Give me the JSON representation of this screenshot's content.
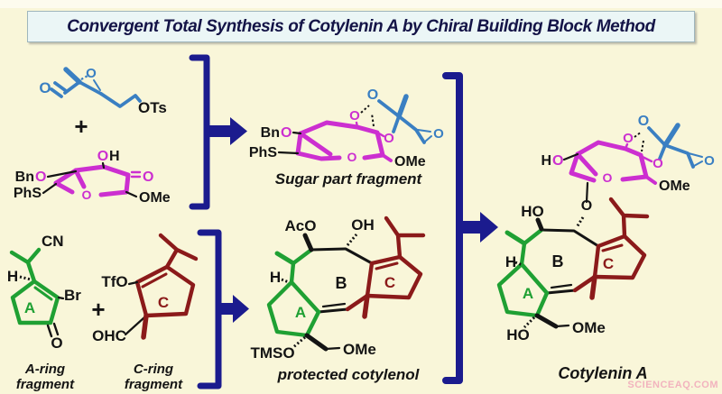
{
  "title": "Convergent Total Synthesis of Cotylenin A by Chiral Building Block Method",
  "watermark": "SCIENCEAQ.COM",
  "plus": "+",
  "captions": {
    "sugar_fragment": "Sugar part fragment",
    "a_ring_line1": "A-ring",
    "a_ring_line2": "fragment",
    "c_ring_line1": "C-ring",
    "c_ring_line2": "fragment",
    "protected_cotylenol": "protected cotylenol",
    "cotylenin_a": "Cotylenin A"
  },
  "labels": {
    "epoxide_tosylate": {
      "aldehyde_o": "O",
      "epoxide_o": "O",
      "tosylate": "OTs"
    },
    "sugar_ketone": {
      "bn": "Bn",
      "bn_o": "O",
      "phs": "PhS",
      "oh_o": "O",
      "oh_h": "H",
      "ring_o": "O",
      "ketone_o": "O",
      "ome": "OMe"
    },
    "sugar_fragment": {
      "bn": "Bn",
      "bn_o": "O",
      "phs": "PhS",
      "ring_o": "O",
      "top_o": "O",
      "right_o": "O",
      "blue_top_o": "O",
      "epoxide_o": "O",
      "ome": "OMe"
    },
    "a_ring": {
      "cn": "CN",
      "h": "H",
      "br": "Br",
      "ketone_o": "O",
      "ring_letter": "A"
    },
    "c_ring": {
      "tfo": "TfO",
      "ohc": "OHC",
      "ring_letter": "C"
    },
    "protected_cotylenol": {
      "aco": "AcO",
      "oh": "OH",
      "h": "H",
      "tmso": "TMSO",
      "ome": "OMe",
      "ring_a": "A",
      "ring_b": "B",
      "ring_c": "C"
    },
    "cotylenin_a": {
      "ho_h": "H",
      "ho_o": "O",
      "ring_o": "O",
      "top_o": "O",
      "right_o": "O",
      "blue_top_o": "O",
      "epoxide_o": "O",
      "sugar_ome": "OMe",
      "glycosidic_o": "O",
      "ho_top": "HO",
      "h": "H",
      "ho_bottom": "HO",
      "ome": "OMe",
      "ring_a": "A",
      "ring_b": "B",
      "ring_c": "C"
    }
  },
  "colors": {
    "background": "#f9f6d9",
    "title_bg": "#ebf6f6",
    "title_text": "#141447",
    "navy": "#1b1b8e",
    "magenta": "#cc2fd0",
    "blue": "#3a7fc2",
    "green": "#1fa033",
    "dark_red": "#8b1a1a",
    "black": "#141414",
    "watermark": "#f2b3be"
  }
}
